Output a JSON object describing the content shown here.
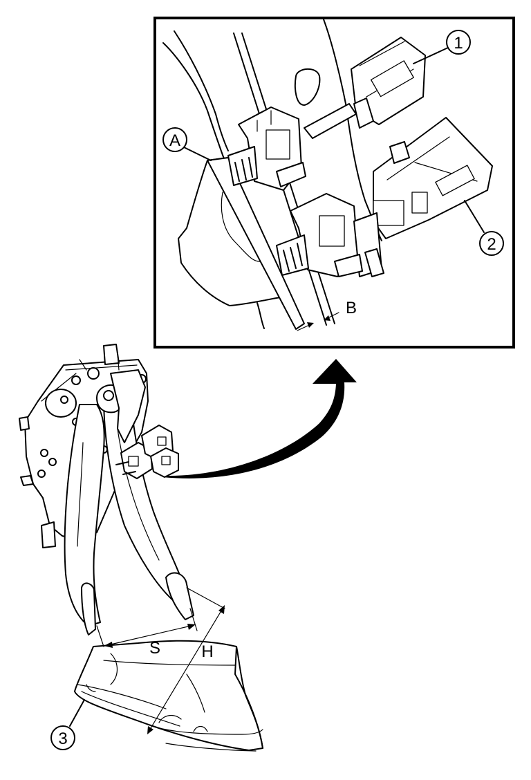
{
  "diagram": {
    "callouts": {
      "item_1": "1",
      "item_2": "2",
      "item_3": "3",
      "item_A": "A"
    },
    "dimensions": {
      "clearance": "B",
      "stroke": "S",
      "height": "H"
    }
  }
}
